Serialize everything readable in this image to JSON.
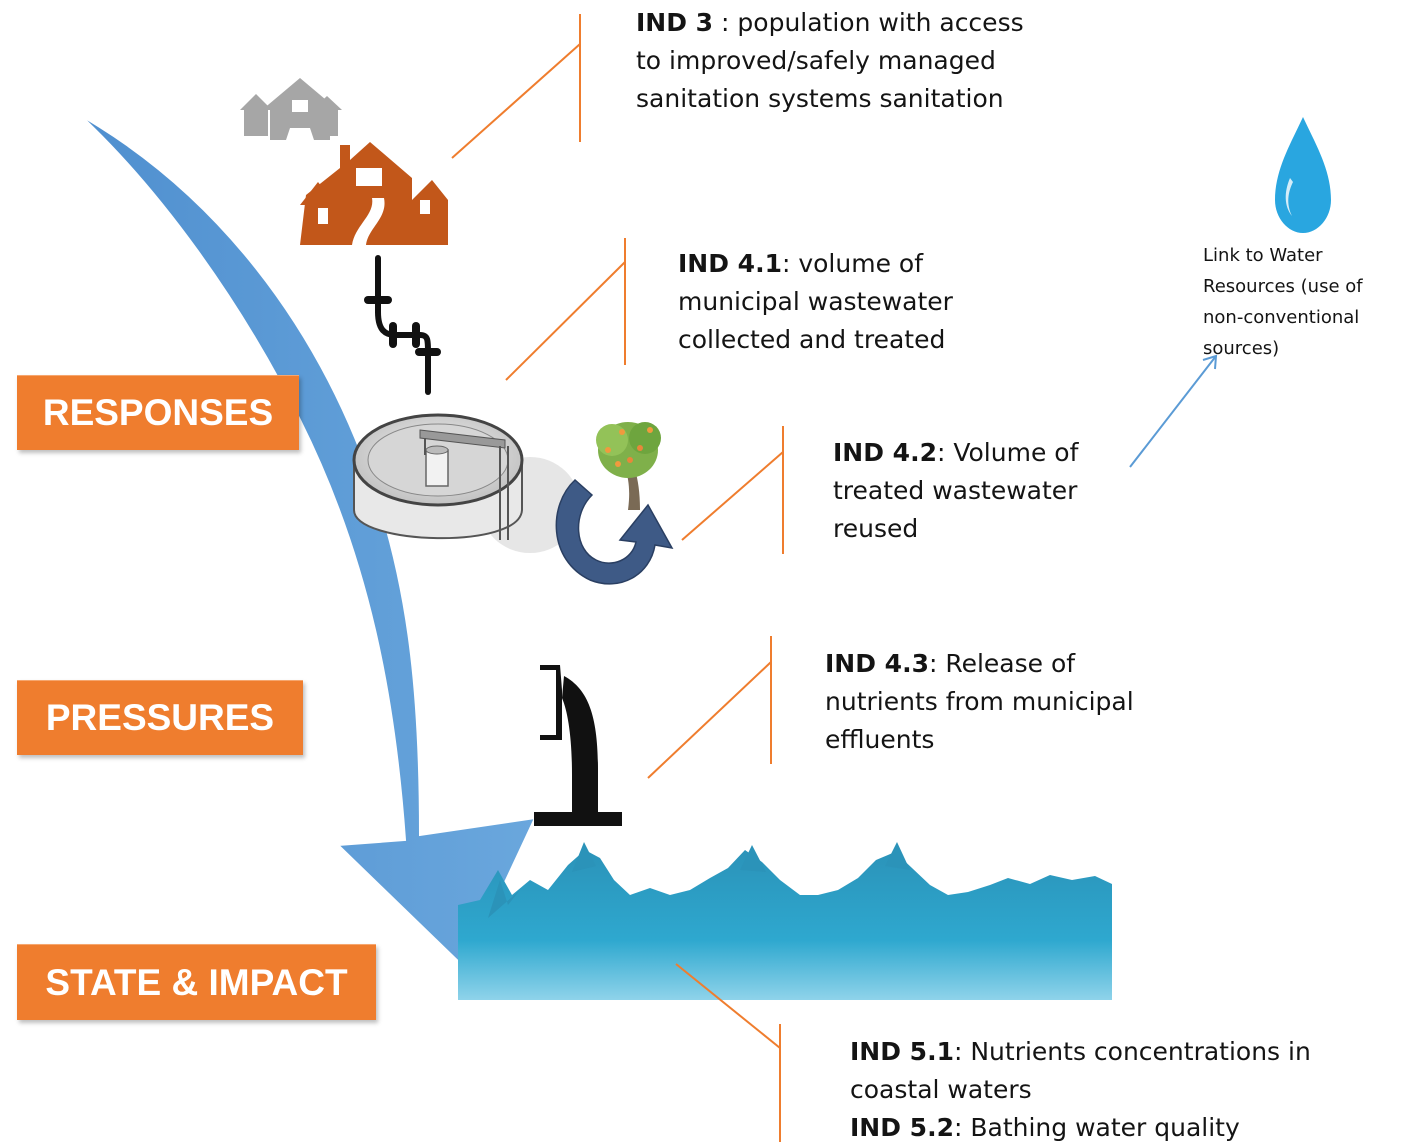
{
  "dpsir": {
    "responses": "RESPONSES",
    "pressures": "PRESSURES",
    "state_impact": "STATE & IMPACT"
  },
  "indicators": {
    "ind3": {
      "code": "IND 3",
      "sep": " : ",
      "text": "population with access to improved/safely managed sanitation systems sanitation"
    },
    "ind41": {
      "code": "IND 4.1",
      "sep": ": ",
      "text": "volume of municipal wastewater collected and treated"
    },
    "ind42": {
      "code": "IND 4.2",
      "sep": ": ",
      "text": "Volume of treated wastewater reused"
    },
    "ind43": {
      "code": "IND 4.3",
      "sep": ": ",
      "text": "Release of nutrients from municipal effluents"
    },
    "ind51": {
      "code": "IND 5.1",
      "sep": ": ",
      "text": "Nutrients concentrations in coastal waters"
    },
    "ind52": {
      "code": "IND 5.2",
      "sep": ": ",
      "text": "Bathing water quality"
    }
  },
  "link": {
    "text": "Link to Water Resources (use of non-conventional sources)"
  },
  "colors": {
    "orange": "#ef7d2e",
    "arrow_blue": "#5b9bd5",
    "water": "#2ea3c8",
    "drop": "#29a6e0",
    "houses": "#c2571a"
  }
}
